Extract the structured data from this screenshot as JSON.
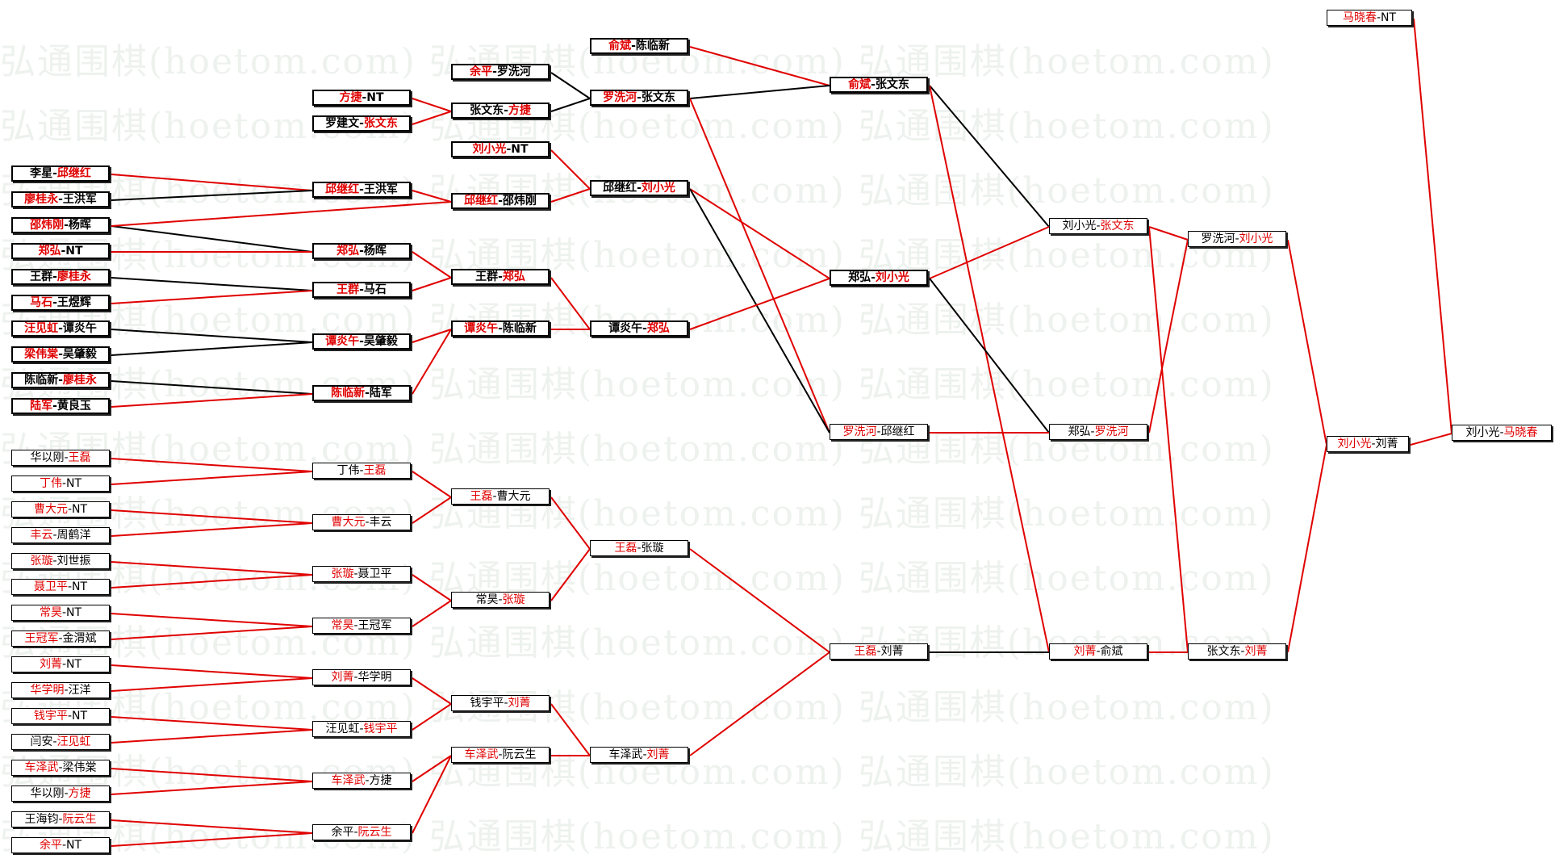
{
  "watermark": {
    "text": "弘通围棋(hoetom.com) 弘通围棋(hoetom.com) 弘通围棋(hoetom.com)"
  },
  "colors": {
    "red": "#e00000",
    "black": "#000000"
  },
  "matches": [
    {
      "id": "r1_1",
      "p1": "李星",
      "p2": "邱继红",
      "winner": 2,
      "style": "bold"
    },
    {
      "id": "r1_2",
      "p1": "廖桂永",
      "p2": "王洪军",
      "winner": 1,
      "style": "bold"
    },
    {
      "id": "r1_3",
      "p1": "邵炜刚",
      "p2": "杨晖",
      "winner": 1,
      "style": "bold"
    },
    {
      "id": "r1_4",
      "p1": "郑弘",
      "p2": "NT",
      "winner": 1,
      "style": "bold"
    },
    {
      "id": "r1_5",
      "p1": "王群",
      "p2": "廖桂永",
      "winner": 2,
      "style": "bold"
    },
    {
      "id": "r1_6",
      "p1": "马石",
      "p2": "王煜辉",
      "winner": 1,
      "style": "bold"
    },
    {
      "id": "r1_7",
      "p1": "汪见虹",
      "p2": "谭炎午",
      "winner": 1,
      "style": "bold"
    },
    {
      "id": "r1_8",
      "p1": "梁伟棠",
      "p2": "吴肇毅",
      "winner": 1,
      "style": "bold"
    },
    {
      "id": "r1_9",
      "p1": "陈临新",
      "p2": "廖桂永",
      "winner": 2,
      "style": "bold"
    },
    {
      "id": "r1_10",
      "p1": "陆军",
      "p2": "黄良玉",
      "winner": 1,
      "style": "bold"
    },
    {
      "id": "r1_11",
      "p1": "华以刚",
      "p2": "王磊",
      "winner": 2,
      "style": "thin"
    },
    {
      "id": "r1_12",
      "p1": "丁伟",
      "p2": "NT",
      "winner": 1,
      "style": "thin"
    },
    {
      "id": "r1_13",
      "p1": "曹大元",
      "p2": "NT",
      "winner": 1,
      "style": "thin"
    },
    {
      "id": "r1_14",
      "p1": "丰云",
      "p2": "周鹤洋",
      "winner": 1,
      "style": "thin"
    },
    {
      "id": "r1_15",
      "p1": "张璇",
      "p2": "刘世振",
      "winner": 1,
      "style": "thin"
    },
    {
      "id": "r1_16",
      "p1": "聂卫平",
      "p2": "NT",
      "winner": 1,
      "style": "thin"
    },
    {
      "id": "r1_17",
      "p1": "常昊",
      "p2": "NT",
      "winner": 1,
      "style": "thin"
    },
    {
      "id": "r1_18",
      "p1": "王冠军",
      "p2": "金渭斌",
      "winner": 1,
      "style": "thin"
    },
    {
      "id": "r1_19",
      "p1": "刘菁",
      "p2": "NT",
      "winner": 1,
      "style": "thin"
    },
    {
      "id": "r1_20",
      "p1": "华学明",
      "p2": "汪洋",
      "winner": 1,
      "style": "thin"
    },
    {
      "id": "r1_21",
      "p1": "钱宇平",
      "p2": "NT",
      "winner": 1,
      "style": "thin"
    },
    {
      "id": "r1_22",
      "p1": "闫安",
      "p2": "汪见虹",
      "winner": 2,
      "style": "thin"
    },
    {
      "id": "r1_23",
      "p1": "车泽武",
      "p2": "梁伟棠",
      "winner": 1,
      "style": "thin"
    },
    {
      "id": "r1_24",
      "p1": "华以刚",
      "p2": "方捷",
      "winner": 2,
      "style": "thin"
    },
    {
      "id": "r1_25",
      "p1": "王海钧",
      "p2": "阮云生",
      "winner": 2,
      "style": "thin"
    },
    {
      "id": "r1_26",
      "p1": "余平",
      "p2": "NT",
      "winner": 1,
      "style": "thin"
    },
    {
      "id": "r2_1",
      "p1": "方捷",
      "p2": "NT",
      "winner": 1,
      "style": "bold"
    },
    {
      "id": "r2_2",
      "p1": "罗建文",
      "p2": "张文东",
      "winner": 2,
      "style": "bold"
    },
    {
      "id": "r2_3",
      "p1": "邱继红",
      "p2": "王洪军",
      "winner": 1,
      "style": "bold"
    },
    {
      "id": "r2_4",
      "p1": "郑弘",
      "p2": "杨晖",
      "winner": 1,
      "style": "bold"
    },
    {
      "id": "r2_5",
      "p1": "王群",
      "p2": "马石",
      "winner": 1,
      "style": "bold"
    },
    {
      "id": "r2_6",
      "p1": "谭炎午",
      "p2": "吴肇毅",
      "winner": 1,
      "style": "bold"
    },
    {
      "id": "r2_7",
      "p1": "陈临新",
      "p2": "陆军",
      "winner": 1,
      "style": "bold"
    },
    {
      "id": "r2_8",
      "p1": "丁伟",
      "p2": "王磊",
      "winner": 2,
      "style": "thin"
    },
    {
      "id": "r2_9",
      "p1": "曹大元",
      "p2": "丰云",
      "winner": 1,
      "style": "thin"
    },
    {
      "id": "r2_10",
      "p1": "张璇",
      "p2": "聂卫平",
      "winner": 1,
      "style": "thin"
    },
    {
      "id": "r2_11",
      "p1": "常昊",
      "p2": "王冠军",
      "winner": 1,
      "style": "thin"
    },
    {
      "id": "r2_12",
      "p1": "刘菁",
      "p2": "华学明",
      "winner": 1,
      "style": "thin"
    },
    {
      "id": "r2_13",
      "p1": "汪见虹",
      "p2": "钱宇平",
      "winner": 2,
      "style": "thin"
    },
    {
      "id": "r2_14",
      "p1": "车泽武",
      "p2": "方捷",
      "winner": 1,
      "style": "thin"
    },
    {
      "id": "r2_15",
      "p1": "余平",
      "p2": "阮云生",
      "winner": 2,
      "style": "thin"
    },
    {
      "id": "r3_1",
      "p1": "余平",
      "p2": "罗洗河",
      "winner": 1,
      "style": "bold"
    },
    {
      "id": "r3_2",
      "p1": "张文东",
      "p2": "方捷",
      "winner": 2,
      "style": "bold"
    },
    {
      "id": "r3_3",
      "p1": "刘小光",
      "p2": "NT",
      "winner": 1,
      "style": "bold"
    },
    {
      "id": "r3_4",
      "p1": "邱继红",
      "p2": "邵炜刚",
      "winner": 1,
      "style": "bold"
    },
    {
      "id": "r3_5",
      "p1": "王群",
      "p2": "郑弘",
      "winner": 2,
      "style": "bold"
    },
    {
      "id": "r3_6",
      "p1": "谭炎午",
      "p2": "陈临新",
      "winner": 1,
      "style": "bold"
    },
    {
      "id": "r3_7",
      "p1": "王磊",
      "p2": "曹大元",
      "winner": 1,
      "style": "thin"
    },
    {
      "id": "r3_8",
      "p1": "常昊",
      "p2": "张璇",
      "winner": 2,
      "style": "thin"
    },
    {
      "id": "r3_9",
      "p1": "钱宇平",
      "p2": "刘菁",
      "winner": 2,
      "style": "thin"
    },
    {
      "id": "r3_10",
      "p1": "车泽武",
      "p2": "阮云生",
      "winner": 1,
      "style": "thin"
    },
    {
      "id": "r4_1",
      "p1": "俞斌",
      "p2": "陈临新",
      "winner": 1,
      "style": "bold"
    },
    {
      "id": "r4_2",
      "p1": "罗洗河",
      "p2": "张文东",
      "winner": 1,
      "style": "bold"
    },
    {
      "id": "r4_3",
      "p1": "邱继红",
      "p2": "刘小光",
      "winner": 2,
      "style": "bold"
    },
    {
      "id": "r4_4",
      "p1": "谭炎午",
      "p2": "郑弘",
      "winner": 2,
      "style": "bold"
    },
    {
      "id": "r4_5",
      "p1": "王磊",
      "p2": "张璇",
      "winner": 1,
      "style": "thin"
    },
    {
      "id": "r4_6",
      "p1": "车泽武",
      "p2": "刘菁",
      "winner": 2,
      "style": "thin"
    },
    {
      "id": "r5_1",
      "p1": "俞斌",
      "p2": "张文东",
      "winner": 1,
      "style": "bold"
    },
    {
      "id": "r5_2",
      "p1": "郑弘",
      "p2": "刘小光",
      "winner": 2,
      "style": "bold"
    },
    {
      "id": "r5_3",
      "p1": "罗洗河",
      "p2": "邱继红",
      "winner": 1,
      "style": "thin"
    },
    {
      "id": "r5_4",
      "p1": "王磊",
      "p2": "刘菁",
      "winner": 1,
      "style": "thin"
    },
    {
      "id": "r6_1",
      "p1": "刘小光",
      "p2": "张文东",
      "winner": 2,
      "style": "thin"
    },
    {
      "id": "r6_2",
      "p1": "郑弘",
      "p2": "罗洗河",
      "winner": 2,
      "style": "thin"
    },
    {
      "id": "r6_3",
      "p1": "刘菁",
      "p2": "俞斌",
      "winner": 1,
      "style": "thin"
    },
    {
      "id": "r7_1",
      "p1": "罗洗河",
      "p2": "刘小光",
      "winner": 2,
      "style": "thin"
    },
    {
      "id": "r7_2",
      "p1": "张文东",
      "p2": "刘菁",
      "winner": 2,
      "style": "thin"
    },
    {
      "id": "r8_1",
      "p1": "刘小光",
      "p2": "刘菁",
      "winner": 1,
      "style": "thin"
    },
    {
      "id": "top",
      "p1": "马晓春",
      "p2": "NT",
      "winner": 1,
      "style": "thin"
    },
    {
      "id": "final",
      "p1": "刘小光",
      "p2": "马晓春",
      "winner": 2,
      "style": "thin"
    }
  ],
  "links": [
    {
      "from": "r1_1",
      "to": "r2_3",
      "color": "red"
    },
    {
      "from": "r1_2",
      "to": "r2_3",
      "color": "black"
    },
    {
      "from": "r1_3",
      "to": "r2_4",
      "color": "black"
    },
    {
      "from": "r1_4",
      "to": "r2_4",
      "color": "red"
    },
    {
      "from": "r1_5",
      "to": "r2_5",
      "color": "black"
    },
    {
      "from": "r1_6",
      "to": "r2_5",
      "color": "red"
    },
    {
      "from": "r1_7",
      "to": "r2_6",
      "color": "black"
    },
    {
      "from": "r1_8",
      "to": "r2_6",
      "color": "black"
    },
    {
      "from": "r1_9",
      "to": "r2_7",
      "color": "black"
    },
    {
      "from": "r1_10",
      "to": "r2_7",
      "color": "red"
    },
    {
      "from": "r1_11",
      "to": "r2_8",
      "color": "red"
    },
    {
      "from": "r1_12",
      "to": "r2_8",
      "color": "red"
    },
    {
      "from": "r1_13",
      "to": "r2_9",
      "color": "red"
    },
    {
      "from": "r1_14",
      "to": "r2_9",
      "color": "red"
    },
    {
      "from": "r1_15",
      "to": "r2_10",
      "color": "red"
    },
    {
      "from": "r1_16",
      "to": "r2_10",
      "color": "red"
    },
    {
      "from": "r1_17",
      "to": "r2_11",
      "color": "red"
    },
    {
      "from": "r1_18",
      "to": "r2_11",
      "color": "red"
    },
    {
      "from": "r1_19",
      "to": "r2_12",
      "color": "red"
    },
    {
      "from": "r1_20",
      "to": "r2_12",
      "color": "red"
    },
    {
      "from": "r1_21",
      "to": "r2_13",
      "color": "red"
    },
    {
      "from": "r1_22",
      "to": "r2_13",
      "color": "red"
    },
    {
      "from": "r1_23",
      "to": "r2_14",
      "color": "red"
    },
    {
      "from": "r1_24",
      "to": "r2_14",
      "color": "red"
    },
    {
      "from": "r1_25",
      "to": "r2_15",
      "color": "red"
    },
    {
      "from": "r1_26",
      "to": "r2_15",
      "color": "red"
    },
    {
      "from": "r2_1",
      "to": "r3_2",
      "color": "red"
    },
    {
      "from": "r2_2",
      "to": "r3_2",
      "color": "red"
    },
    {
      "from": "r1_3",
      "to": "r3_4",
      "color": "red"
    },
    {
      "from": "r2_3",
      "to": "r3_4",
      "color": "red"
    },
    {
      "from": "r2_4",
      "to": "r3_5",
      "color": "red"
    },
    {
      "from": "r2_5",
      "to": "r3_5",
      "color": "red"
    },
    {
      "from": "r2_6",
      "to": "r3_6",
      "color": "red"
    },
    {
      "from": "r2_7",
      "to": "r3_6",
      "color": "red"
    },
    {
      "from": "r2_8",
      "to": "r3_7",
      "color": "red"
    },
    {
      "from": "r2_9",
      "to": "r3_7",
      "color": "red"
    },
    {
      "from": "r2_10",
      "to": "r3_8",
      "color": "red"
    },
    {
      "from": "r2_11",
      "to": "r3_8",
      "color": "red"
    },
    {
      "from": "r2_12",
      "to": "r3_9",
      "color": "red"
    },
    {
      "from": "r2_13",
      "to": "r3_9",
      "color": "red"
    },
    {
      "from": "r2_14",
      "to": "r3_10",
      "color": "red"
    },
    {
      "from": "r2_15",
      "to": "r3_10",
      "color": "red"
    },
    {
      "from": "r3_1",
      "to": "r4_2",
      "color": "black"
    },
    {
      "from": "r3_2",
      "to": "r4_2",
      "color": "black"
    },
    {
      "from": "r3_3",
      "to": "r4_3",
      "color": "red"
    },
    {
      "from": "r3_4",
      "to": "r4_3",
      "color": "red"
    },
    {
      "from": "r3_5",
      "to": "r4_4",
      "color": "red"
    },
    {
      "from": "r3_6",
      "to": "r4_4",
      "color": "red"
    },
    {
      "from": "r3_7",
      "to": "r4_5",
      "color": "red"
    },
    {
      "from": "r3_8",
      "to": "r4_5",
      "color": "red"
    },
    {
      "from": "r3_9",
      "to": "r4_6",
      "color": "red"
    },
    {
      "from": "r3_10",
      "to": "r4_6",
      "color": "red"
    },
    {
      "from": "r4_1",
      "to": "r5_1",
      "color": "red"
    },
    {
      "from": "r4_2",
      "to": "r5_1",
      "color": "black"
    },
    {
      "from": "r4_2",
      "to": "r5_3",
      "color": "red"
    },
    {
      "from": "r4_3",
      "to": "r5_2",
      "color": "red"
    },
    {
      "from": "r4_3",
      "to": "r5_3",
      "color": "black"
    },
    {
      "from": "r4_4",
      "to": "r5_2",
      "color": "red"
    },
    {
      "from": "r4_5",
      "to": "r5_4",
      "color": "red"
    },
    {
      "from": "r4_6",
      "to": "r5_4",
      "color": "red"
    },
    {
      "from": "r5_1",
      "to": "r6_1",
      "color": "black"
    },
    {
      "from": "r5_1",
      "to": "r6_3",
      "color": "red"
    },
    {
      "from": "r5_2",
      "to": "r6_1",
      "color": "red"
    },
    {
      "from": "r5_2",
      "to": "r6_2",
      "color": "black"
    },
    {
      "from": "r5_3",
      "to": "r6_2",
      "color": "red"
    },
    {
      "from": "r5_4",
      "to": "r6_3",
      "color": "black"
    },
    {
      "from": "r6_1",
      "to": "r7_1",
      "color": "red"
    },
    {
      "from": "r6_1",
      "to": "r7_2",
      "color": "red"
    },
    {
      "from": "r6_2",
      "to": "r7_1",
      "color": "red"
    },
    {
      "from": "r6_3",
      "to": "r7_2",
      "color": "red"
    },
    {
      "from": "r7_1",
      "to": "r8_1",
      "color": "red"
    },
    {
      "from": "r7_2",
      "to": "r8_1",
      "color": "red"
    },
    {
      "from": "r8_1",
      "to": "final",
      "color": "red"
    },
    {
      "from": "top",
      "to": "final",
      "color": "red"
    }
  ]
}
